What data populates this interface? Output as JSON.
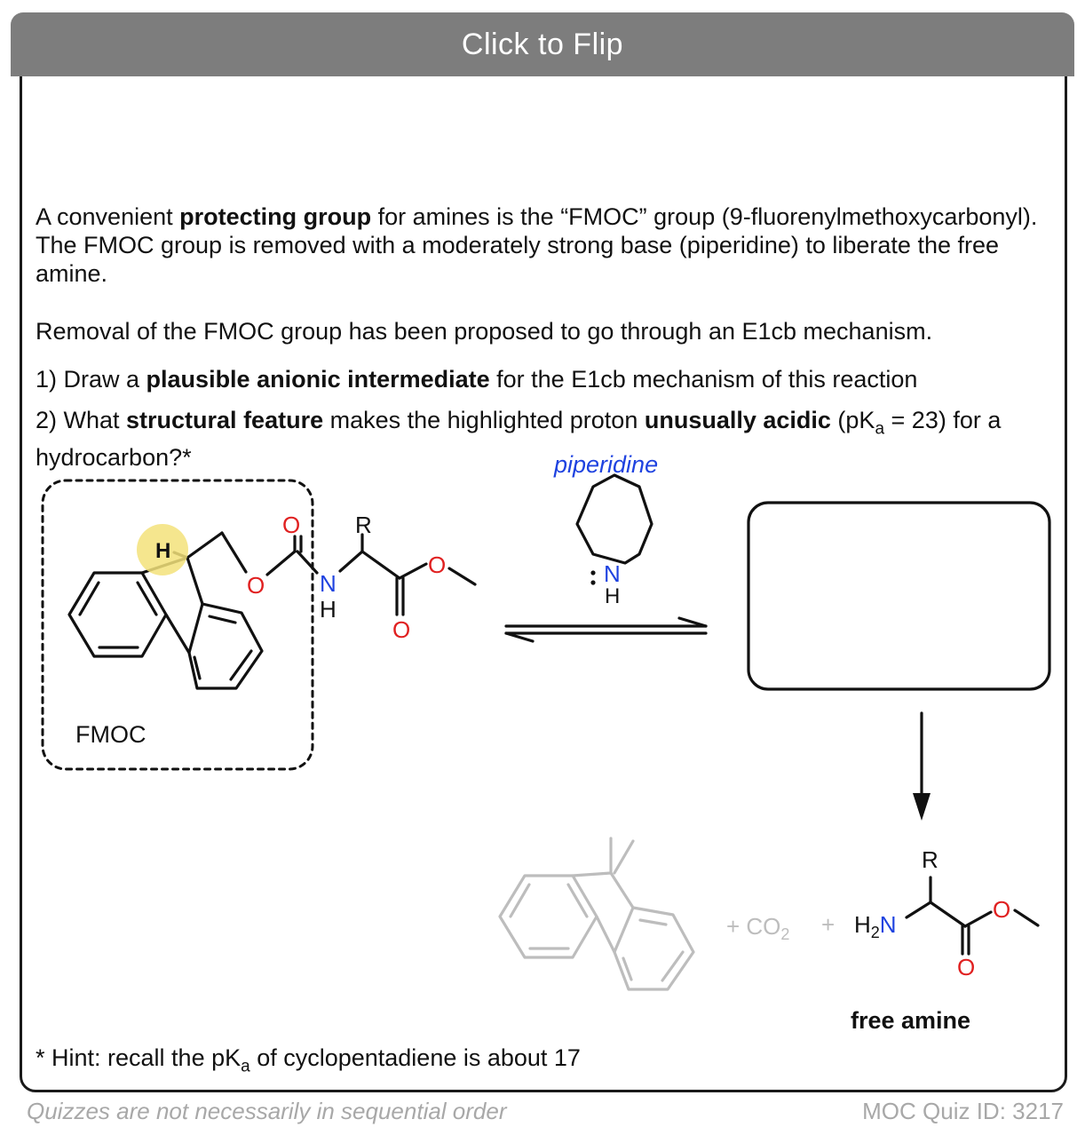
{
  "header": {
    "flip_label": "Click to Flip"
  },
  "intro": {
    "p1": "A convenient ",
    "b1": "protecting group",
    "p2": " for amines is the “FMOC” group (9-fluorenylmethoxycarbonyl). The FMOC group is removed with a moderately strong base (piperidine) to liberate the free amine."
  },
  "e1cb_text": "Removal of the FMOC group has been proposed to go through an E1cb mechanism.",
  "q1": {
    "p1": "1) Draw a ",
    "b1": "plausible anionic intermediate",
    "p2": " for the E1cb mechanism of this reaction"
  },
  "q2": {
    "p1": "2) What ",
    "b1": "structural feature",
    "p2": " makes the highlighted proton ",
    "b2": "unusually acidic",
    "p3": " (pK",
    "sub": "a",
    "p4": " = 23) for a hydrocarbon?*"
  },
  "scheme": {
    "reagent": "piperidine",
    "fmoc_label": "FMOC",
    "atom_h": "H",
    "atom_o": "O",
    "atom_n": "N",
    "atom_r": "R",
    "plus_co2": "+ CO",
    "co2_sub": "2",
    "plus": "+",
    "h2n_h": "H",
    "h2n_sub": "2",
    "h2n_n": "N",
    "free_amine": "free amine"
  },
  "hint": {
    "p1": "* Hint: recall the pK",
    "sub": "a",
    "p2": " of cyclopentadiene is about 17"
  },
  "footer": {
    "left": "Quizzes are not necessarily in sequential order",
    "right": "MOC Quiz ID: 3217"
  },
  "colors": {
    "nitrogen": "#1f43e0",
    "oxygen": "#e02020",
    "reagent": "#1f43e0",
    "highlight": "#f3e27a",
    "faded": "#bdbdbd"
  }
}
